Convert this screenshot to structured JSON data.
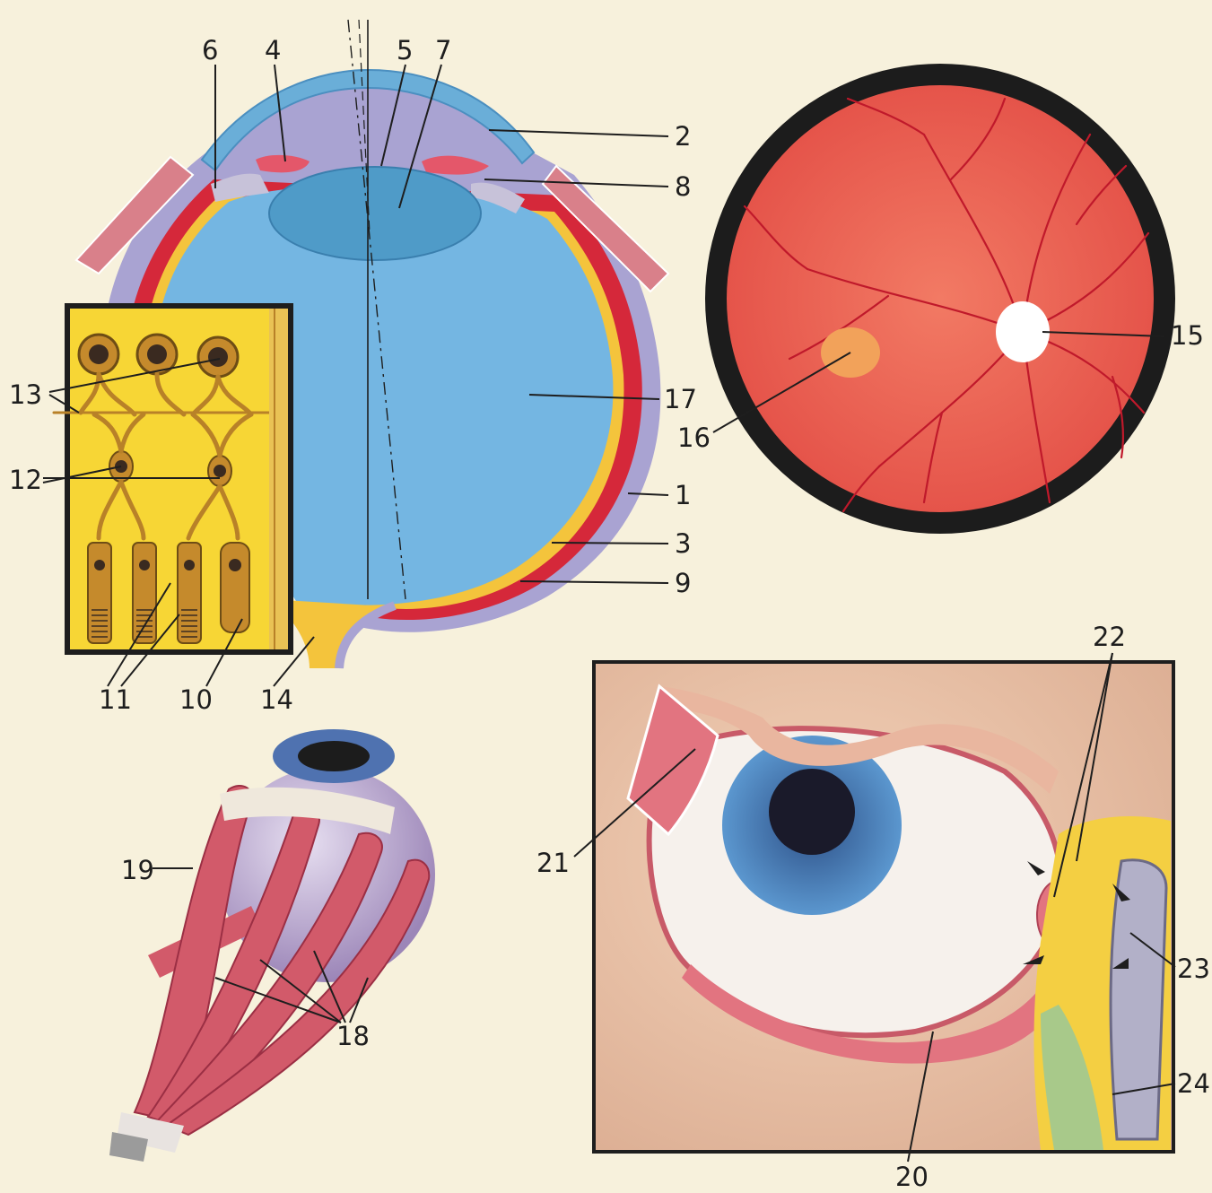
{
  "colors": {
    "paper": "#f7f1dc",
    "sclera_purple": "#a9a3d2",
    "choroid_red": "#d5283a",
    "retina_yellow": "#f4c43c",
    "vitreous_blue": "#74b6e2",
    "lens_blue": "#4f9bc8",
    "fundus_red": "#ef6755",
    "fundus_rim": "#1c1c1c",
    "muscle_pink": "#d25a6a",
    "iris_blue": "#4a86c2"
  },
  "labels": {
    "l1": "1",
    "l2": "2",
    "l3": "3",
    "l4": "4",
    "l5": "5",
    "l6": "6",
    "l7": "7",
    "l8": "8",
    "l9": "9",
    "l10": "10",
    "l11": "11",
    "l12": "12",
    "l13": "13",
    "l14": "14",
    "l15": "15",
    "l16": "16",
    "l17": "17",
    "l18": "18",
    "l19": "19",
    "l20": "20",
    "l21": "21",
    "l22": "22",
    "l23": "23",
    "l24": "24"
  },
  "panels": {
    "cross_section": {
      "icon": "eye-cross-section"
    },
    "retina_inset": {
      "icon": "retina-cells"
    },
    "fundus": {
      "icon": "eye-fundus"
    },
    "muscles": {
      "icon": "eyeball-muscles"
    },
    "lacrimal": {
      "icon": "tear-duct"
    }
  }
}
